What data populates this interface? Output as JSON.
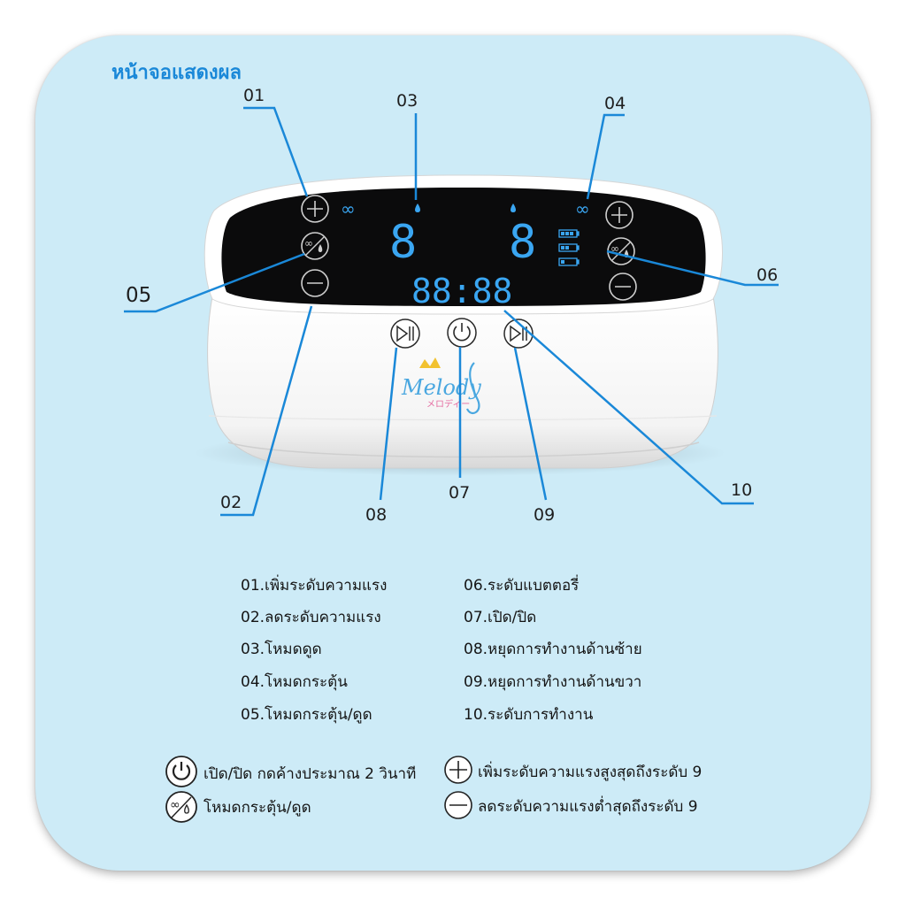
{
  "title": "หน้าจอแสดงผล",
  "callouts": [
    "01",
    "02",
    "03",
    "04",
    "05",
    "06",
    "07",
    "08",
    "09",
    "10"
  ],
  "display": {
    "left_digit": "8",
    "right_digit": "8",
    "time": "88:88"
  },
  "brand": {
    "name": "Melody",
    "sub": "メロディー"
  },
  "legend": {
    "left": [
      "01.เพิ่มระดับความแรง",
      "02.ลดระดับความแรง",
      "03.โหมดดูด",
      "04.โหมดกระตุ้น",
      "05.โหมดกระตุ้น/ดูด"
    ],
    "right": [
      "06.ระดับแบตตอรี่",
      "07.เปิด/ปิด",
      "08.หยุดการทำงานด้านซ้าย",
      "09.หยุดการทำงานด้านขวา",
      "10.ระดับการทำงาน"
    ]
  },
  "notes": {
    "power": "เปิด/ปิด กดค้างประมาณ 2 วินาที",
    "mode": "โหมดกระตุ้น/ดูด",
    "plus": "เพิ่มระดับความแรงสูงสุดถึงระดับ 9",
    "minus": "ลดระดับความแรงต่ำสุดถึงระดับ 9"
  },
  "colors": {
    "panel": "#cdebf7",
    "accent": "#1a88d8",
    "lcd_blue": "#3aa6f2",
    "screen": "#0b0b0c"
  }
}
